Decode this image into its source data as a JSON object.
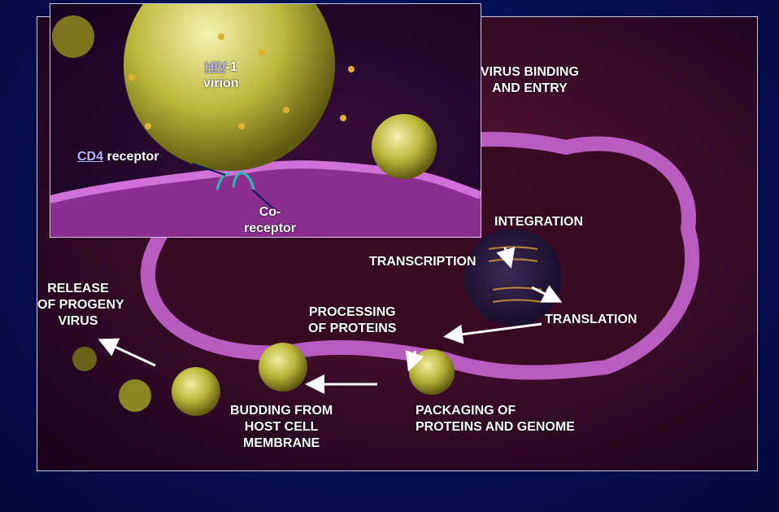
{
  "labels": {
    "virus_binding": [
      "VIRUS BINDING",
      "AND ENTRY"
    ],
    "integration": "INTEGRATION",
    "transcription": "TRANSCRIPTION",
    "translation": "TRANSLATION",
    "release": [
      "RELEASE",
      "OF PROGENY",
      "VIRUS"
    ],
    "processing": [
      "PROCESSING",
      "OF PROTEINS"
    ],
    "budding": [
      "BUDDING FROM",
      "HOST CELL",
      "MEMBRANE"
    ],
    "packaging": [
      "PACKAGING OF",
      "PROTEINS AND GENOME"
    ]
  },
  "inset": {
    "virion_link": "HIV",
    "virion_suffix": "-1",
    "virion_line2": "virion",
    "cd4_link": "CD4",
    "cd4_suffix": " receptor",
    "coreceptor": [
      "Co-",
      "receptor"
    ]
  },
  "colors": {
    "membrane": "#c060c8",
    "virus": "#c8c84a",
    "spike": "#e0b030",
    "link": "#b9b3ff"
  }
}
